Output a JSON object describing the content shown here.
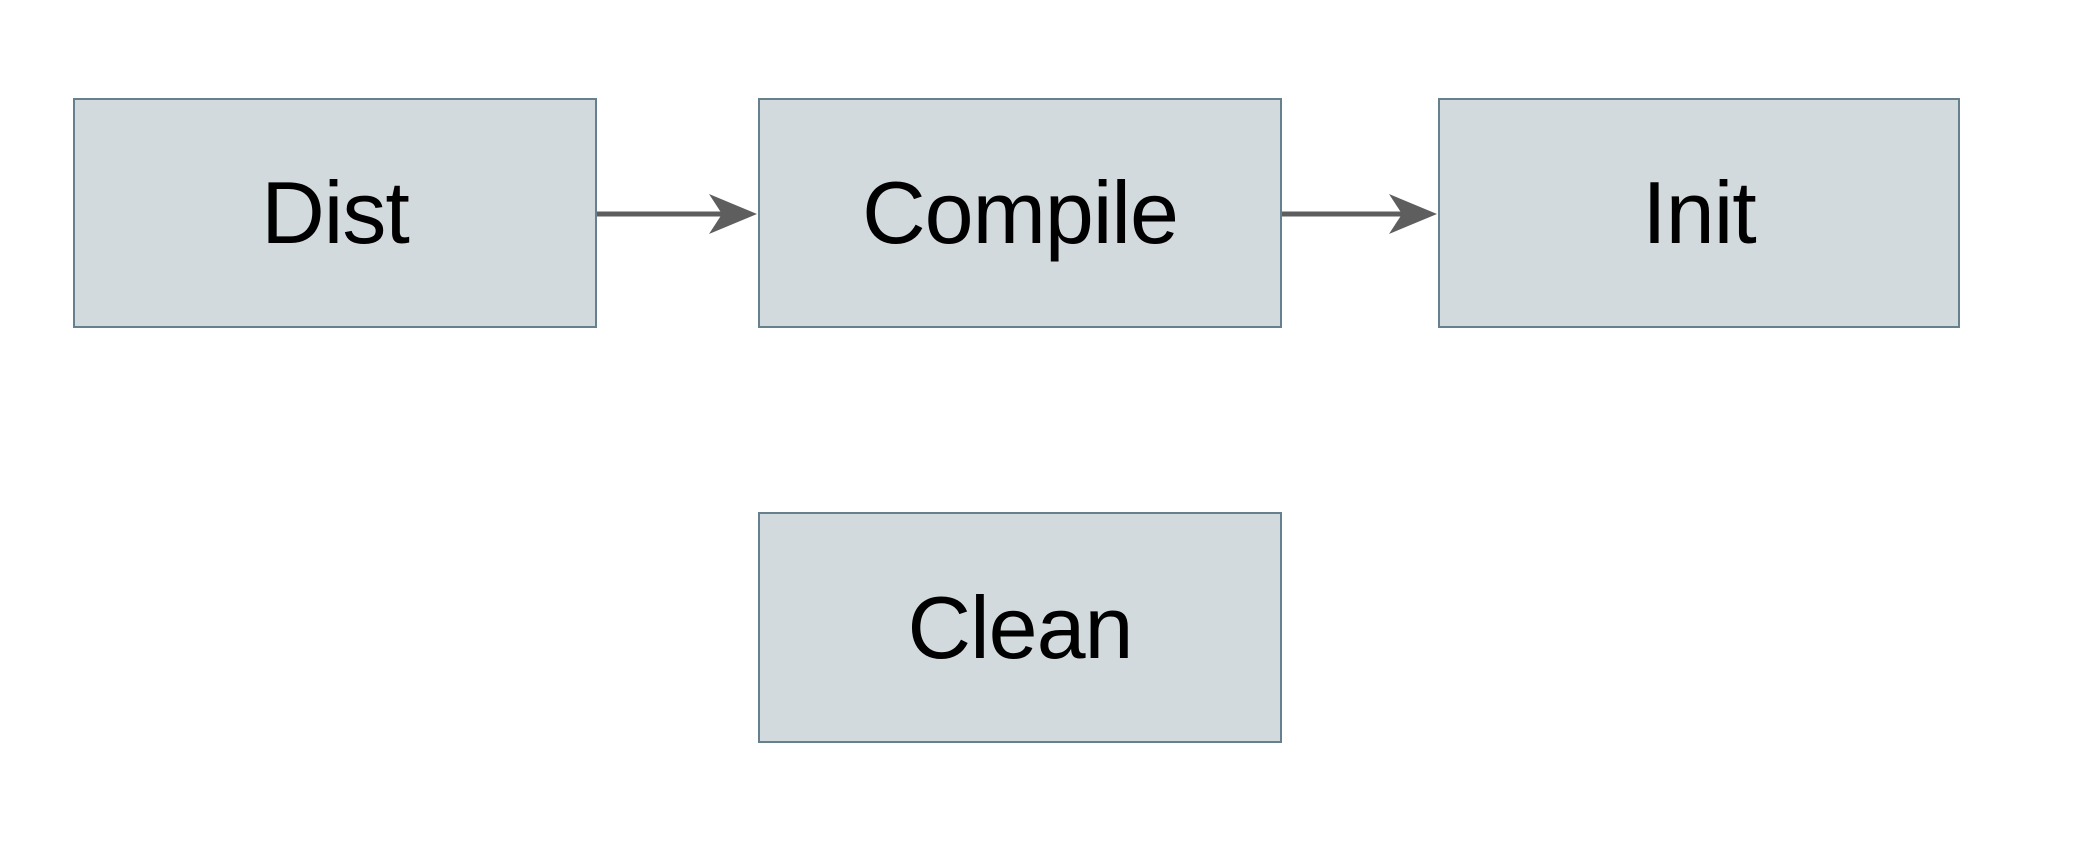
{
  "diagram": {
    "nodes": [
      {
        "id": "dist",
        "label": "Dist"
      },
      {
        "id": "compile",
        "label": "Compile"
      },
      {
        "id": "init",
        "label": "Init"
      },
      {
        "id": "clean",
        "label": "Clean"
      }
    ],
    "edges": [
      {
        "from": "dist",
        "to": "compile"
      },
      {
        "from": "compile",
        "to": "init"
      }
    ],
    "colors": {
      "background": "#ffffff",
      "node_fill": "#d3dadd",
      "node_border": "#66808e",
      "label_text": "#000000",
      "arrow": "#5e5e5e"
    }
  }
}
